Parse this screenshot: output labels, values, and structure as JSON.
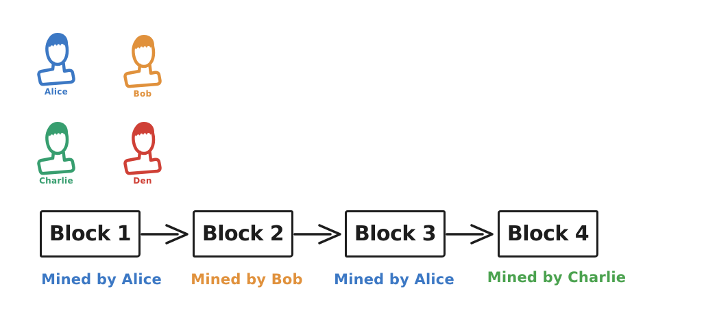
{
  "canvas": {
    "background": "#ffffff",
    "outline_color": "#1d1d1d"
  },
  "persons": [
    {
      "name": "Alice",
      "color": "#3c78c4"
    },
    {
      "name": "Bob",
      "color": "#e0913c"
    },
    {
      "name": "Charlie",
      "color": "#379e6f"
    },
    {
      "name": "Den",
      "color": "#cf4036"
    }
  ],
  "chain": {
    "outline_color": "#1d1d1d",
    "blocks": [
      {
        "label": "Block 1",
        "miner_label": "Mined by Alice",
        "miner_color": "#3c78c4"
      },
      {
        "label": "Block 2",
        "miner_label": "Mined by Bob",
        "miner_color": "#e0913c"
      },
      {
        "label": "Block 3",
        "miner_label": "Mined by Alice",
        "miner_color": "#3c78c4"
      },
      {
        "label": "Block 4",
        "miner_label": "Mined by Charlie",
        "miner_color": "#4ba24f"
      }
    ]
  }
}
